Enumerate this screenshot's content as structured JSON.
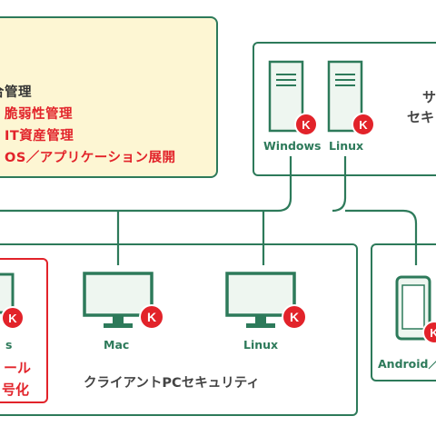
{
  "management": {
    "title_fragment": "合管理",
    "items": [
      "・脆弱性管理",
      "・IT資産管理",
      "・OS／アプリケーション展開"
    ]
  },
  "server": {
    "windows_label": "Windows",
    "linux_label": "Linux",
    "side_text_line1": "サ",
    "side_text_line2": "セキ"
  },
  "client": {
    "mac_label": "Mac",
    "linux_label": "Linux",
    "caption": "クライアントPCセキュリティ",
    "partial_label": "s"
  },
  "mobile": {
    "android_label": "Android／"
  },
  "red_box": {
    "line1": "ール",
    "line2": "号化"
  },
  "badge": {
    "letter": "K"
  },
  "colors": {
    "green": "#2d7a5a",
    "red": "#e2232a",
    "cream": "#fdf6d3"
  }
}
